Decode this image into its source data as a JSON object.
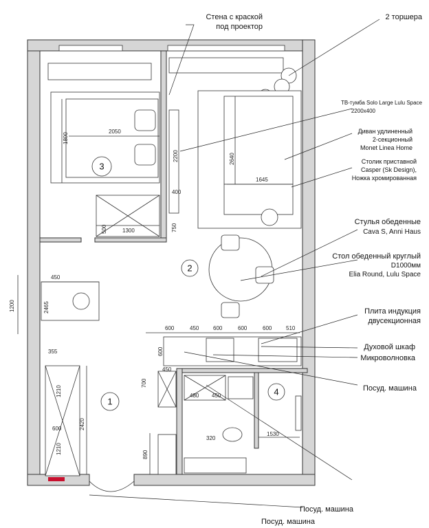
{
  "colors": {
    "wall_fill": "#d6d6d6",
    "line": "#333333",
    "accent_red": "#c8102e"
  },
  "callouts": {
    "wall_paint": [
      "Стена с краской",
      "под проектор"
    ],
    "floor_lamps": [
      "2 торшера"
    ],
    "tv_stand": [
      "ТВ-тумба Solo Large Lulu Space",
      "2200х400"
    ],
    "sofa": [
      "Диван удлиненный",
      "2-секционный",
      "Monet Linea Home"
    ],
    "side_table": [
      "Столик приставной",
      "Casper (Sk Design),",
      "Ножка хромированная"
    ],
    "dining_chairs": [
      "Стулья обеденные",
      "Cava S, Anni Haus"
    ],
    "dining_table": [
      "Стол обеденный круглый",
      "D1000мм",
      "Elia Round, Lulu Space"
    ],
    "induction": [
      "Плита индукция",
      "двусекционная"
    ],
    "oven": [
      "Духовой шкаф"
    ],
    "microwave": [
      "Микроволновка"
    ],
    "dishwasher_1": [
      "Посуд. машина"
    ],
    "dishwasher_2": [
      "Посуд. машина"
    ],
    "dishwasher_3": [
      "Посуд. машина"
    ]
  },
  "rooms": [
    "1",
    "2",
    "3",
    "4"
  ],
  "dimensions": {
    "bed_width": "2050",
    "bed_height": "1800",
    "wardrobe_len": "2200",
    "d400": "400",
    "d500": "500",
    "d1300": "1300",
    "d750": "750",
    "sofa_len": "2640",
    "sofa_depth": "1645",
    "desk_w": "450",
    "desk_len": "2465",
    "d1200": "1200",
    "d355": "355",
    "k600a": "600",
    "k450": "450",
    "k600b": "600",
    "k600c": "600",
    "k600d": "600",
    "k510": "510",
    "k600v": "600",
    "k700": "700",
    "k480": "480",
    "k450b": "450",
    "k450c": "450",
    "h1210a": "1210",
    "h2420": "2420",
    "h600": "600",
    "h1210b": "1210",
    "b890": "890",
    "b320": "320",
    "b1530": "1530"
  }
}
